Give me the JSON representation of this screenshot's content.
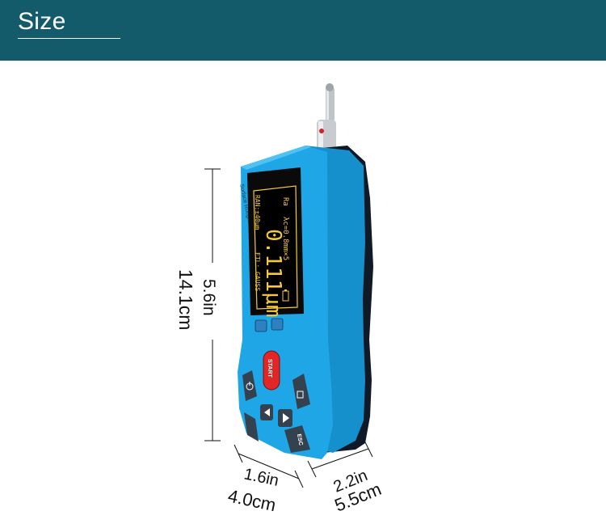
{
  "header": {
    "title": "Size"
  },
  "dimensions": {
    "height_in": "5.6in",
    "height_cm": "14.1cm",
    "width_in": "1.6in",
    "width_cm": "4.0cm",
    "depth_in": "2.2in",
    "depth_cm": "5.5cm"
  },
  "device": {
    "side_label": "Surface Roughness Tester",
    "display": {
      "param": "Ra",
      "cutoff": "λc=0.8mm×5",
      "value": "0.111μm",
      "range": "RAN:±40μm",
      "filter": "FTL: GAUSS"
    },
    "buttons": {
      "start": "START",
      "esc": "ESC"
    }
  },
  "colors": {
    "header_bg": "#135a6b",
    "body_blue": "#1aa0e0",
    "body_dark": "#0f1a26",
    "lcd_text": "#f6c93d",
    "start_red": "#e02626"
  }
}
